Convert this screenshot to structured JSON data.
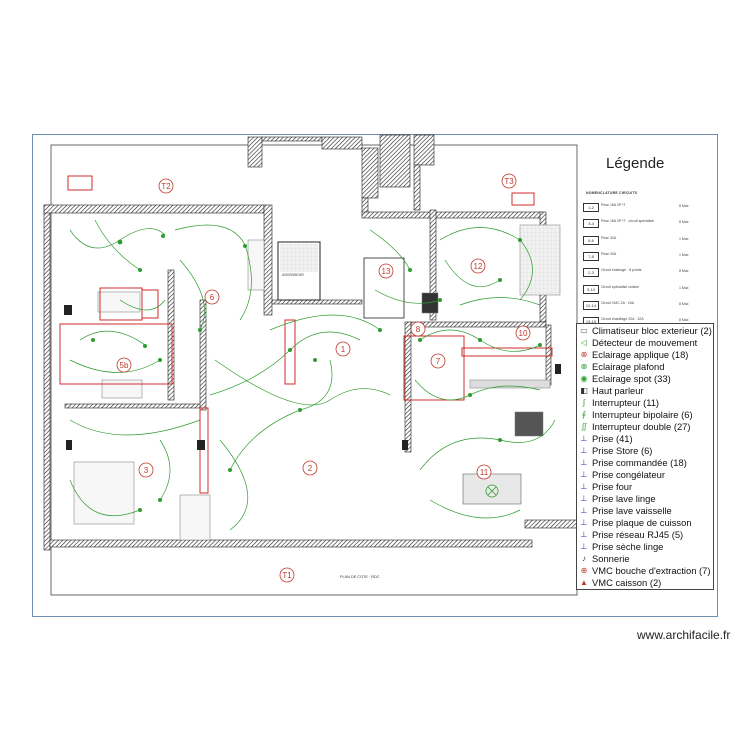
{
  "legend": {
    "title": "Légende",
    "nomenclature_title": "NOMENCLATURE CIRCUITS",
    "nomenclature": [
      {
        "code": "1-2",
        "desc": "Prise 16A 2P+T",
        "val": "8 Max"
      },
      {
        "code": "3-4",
        "desc": "Prise 16A 2P+T · circuit spécialisé",
        "val": "8 Max"
      },
      {
        "code": "5-6",
        "desc": "Prise 32A",
        "val": "1 Max"
      },
      {
        "code": "7-8",
        "desc": "Prise 20A",
        "val": "1 Max"
      },
      {
        "code": "2-3",
        "desc": "Circuit éclairage · 8 points",
        "val": "8 Max"
      },
      {
        "code": "3-10",
        "desc": "Circuit spécialisé cuisine",
        "val": "1 Max"
      },
      {
        "code": "12-14",
        "desc": "Circuit VMC 2A · 16A",
        "val": "8 Max"
      },
      {
        "code": "13-15",
        "desc": "Circuit chauffage 20A · 32A",
        "val": "8 Max"
      }
    ],
    "items": [
      {
        "icon": "climatiseur-icon",
        "sym": "▭",
        "color": "#555555",
        "label": "Climatiseur bloc exterieur (2)"
      },
      {
        "icon": "detecteur-icon",
        "sym": "◁",
        "color": "#2e9c2e",
        "label": "Détecteur de mouvement"
      },
      {
        "icon": "applique-icon",
        "sym": "⊗",
        "color": "#c0392b",
        "label": "Eclairage applique (18)"
      },
      {
        "icon": "plafond-icon",
        "sym": "⊗",
        "color": "#2e9c2e",
        "label": "Eclairage plafond"
      },
      {
        "icon": "spot-icon",
        "sym": "◉",
        "color": "#2e9c2e",
        "label": "Eclairage spot (33)"
      },
      {
        "icon": "haut-parleur-icon",
        "sym": "◧",
        "color": "#333333",
        "label": "Haut parleur"
      },
      {
        "icon": "interrupteur-icon",
        "sym": "∫",
        "color": "#2e9c2e",
        "label": "Interrupteur (11)"
      },
      {
        "icon": "interrupteur-bipolaire-icon",
        "sym": "∮",
        "color": "#2e9c2e",
        "label": "Interrupteur bipolaire (6)"
      },
      {
        "icon": "interrupteur-double-icon",
        "sym": "∬",
        "color": "#2e9c2e",
        "label": "Interrupteur double (27)"
      },
      {
        "icon": "prise-icon",
        "sym": "⊥",
        "color": "#2a3f9c",
        "label": "Prise (41)"
      },
      {
        "icon": "prise-store-icon",
        "sym": "⊥",
        "color": "#2a3f9c",
        "label": "Prise Store (6)"
      },
      {
        "icon": "prise-commandee-icon",
        "sym": "⊥",
        "color": "#2a3f9c",
        "label": "Prise commandée (18)"
      },
      {
        "icon": "prise-congelateur-icon",
        "sym": "⊥",
        "color": "#2a3f9c",
        "label": "Prise congélateur"
      },
      {
        "icon": "prise-four-icon",
        "sym": "⊥",
        "color": "#2a3f9c",
        "label": "Prise four"
      },
      {
        "icon": "prise-lave-linge-icon",
        "sym": "⊥",
        "color": "#2a3f9c",
        "label": "Prise lave linge"
      },
      {
        "icon": "prise-lave-vaisselle-icon",
        "sym": "⊥",
        "color": "#2a3f9c",
        "label": "Prise lave vaisselle"
      },
      {
        "icon": "prise-plaque-icon",
        "sym": "⊥",
        "color": "#2a3f9c",
        "label": "Prise plaque de cuisson"
      },
      {
        "icon": "prise-rj45-icon",
        "sym": "⊥",
        "color": "#2a3f9c",
        "label": "Prise réseau RJ45 (5)"
      },
      {
        "icon": "prise-seche-linge-icon",
        "sym": "⊥",
        "color": "#2a3f9c",
        "label": "Prise sèche linge"
      },
      {
        "icon": "sonnerie-icon",
        "sym": "♪",
        "color": "#333333",
        "label": "Sonnerie"
      },
      {
        "icon": "vmc-bouche-icon",
        "sym": "⊕",
        "color": "#c0392b",
        "label": "VMC bouche d'extraction (7)"
      },
      {
        "icon": "vmc-caisson-icon",
        "sym": "▲",
        "color": "#c0392b",
        "label": "VMC caisson (2)"
      }
    ]
  },
  "rooms": [
    {
      "id": "T2"
    },
    {
      "id": "T3"
    },
    {
      "id": "T1"
    },
    {
      "id": "12"
    },
    {
      "id": "6"
    },
    {
      "id": "13"
    },
    {
      "id": "1"
    },
    {
      "id": "5b"
    },
    {
      "id": "8"
    },
    {
      "id": "7"
    },
    {
      "id": "10"
    },
    {
      "id": "3"
    },
    {
      "id": "2"
    },
    {
      "id": "11"
    }
  ],
  "plan_labels": {
    "scale_note": "PLAN DE COTE · RDC",
    "ascenseur": "ASCENSEUR"
  },
  "colors": {
    "wall": "#222222",
    "circuit": "#2e9c2e",
    "red_zone": "#d12b2b",
    "room_label": "#c0392b",
    "sheet_border": "#6f8fb0"
  },
  "watermark": "www.archifacile.fr"
}
